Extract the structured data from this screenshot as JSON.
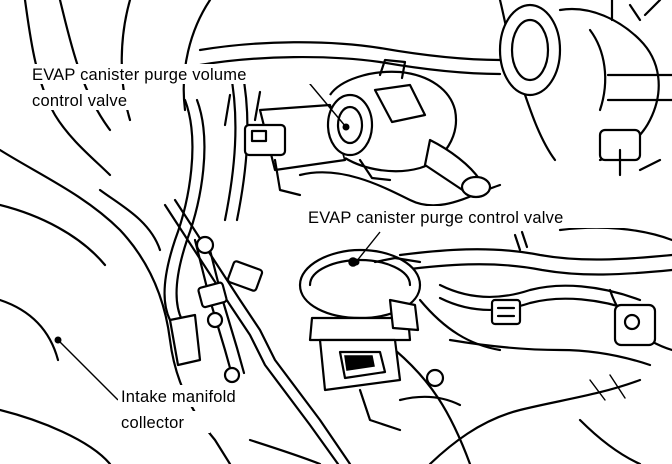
{
  "callouts": [
    {
      "id": "purge-volume-valve",
      "lines": [
        "EVAP canister purge volume",
        "control valve"
      ]
    },
    {
      "id": "purge-control-valve",
      "lines": [
        "EVAP canister purge control valve"
      ]
    },
    {
      "id": "intake-collector",
      "lines": [
        "Intake manifold",
        "collector"
      ]
    }
  ],
  "colors": {
    "ink": "#000000",
    "paper": "#ffffff"
  }
}
